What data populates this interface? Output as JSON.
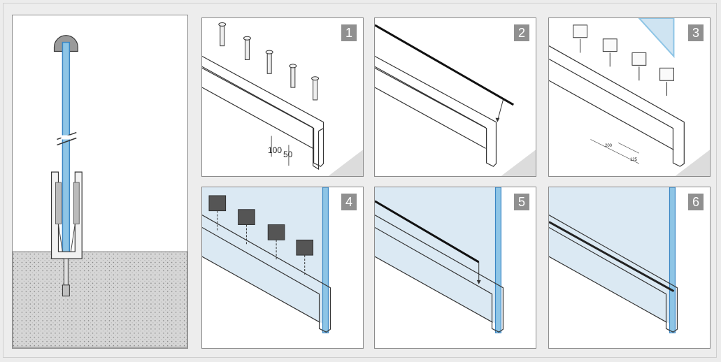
{
  "steps": [
    {
      "number": "1",
      "dimensions": [
        "100",
        "50"
      ]
    },
    {
      "number": "2"
    },
    {
      "number": "3",
      "dimensions": [
        "200",
        "125"
      ]
    },
    {
      "number": "4"
    },
    {
      "number": "5"
    },
    {
      "number": "6"
    }
  ],
  "colors": {
    "glass": "#8ec5e6",
    "glass_edge": "#3a86c4",
    "frame_bg": "#ededed",
    "badge": "#909090",
    "floor": "#cfcfcf"
  },
  "icons": [
    "screw-icon",
    "down-arrow-icon",
    "spacer-block-icon",
    "rubber-wedge-icon"
  ]
}
